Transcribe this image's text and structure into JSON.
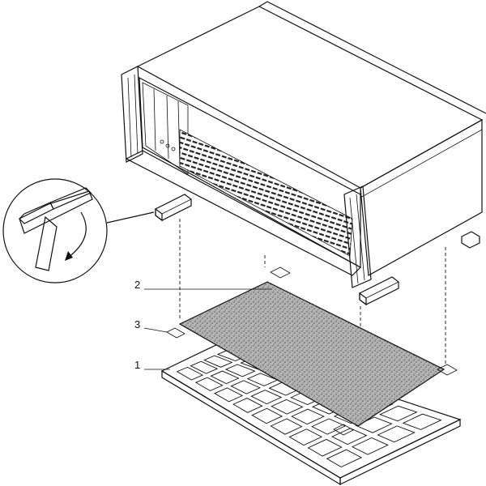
{
  "callouts": [
    {
      "id": "filter-mat",
      "label": "2"
    },
    {
      "id": "clip",
      "label": "3"
    },
    {
      "id": "filter-frame",
      "label": "1"
    }
  ],
  "colors": {
    "stroke": "#111111",
    "housing": "#ffffff",
    "shade": "#d9d9d9",
    "filter_mat": "#9a9a9a",
    "clip": "#8c8c8c"
  },
  "icons": [
    "rotate-arrow-icon"
  ]
}
